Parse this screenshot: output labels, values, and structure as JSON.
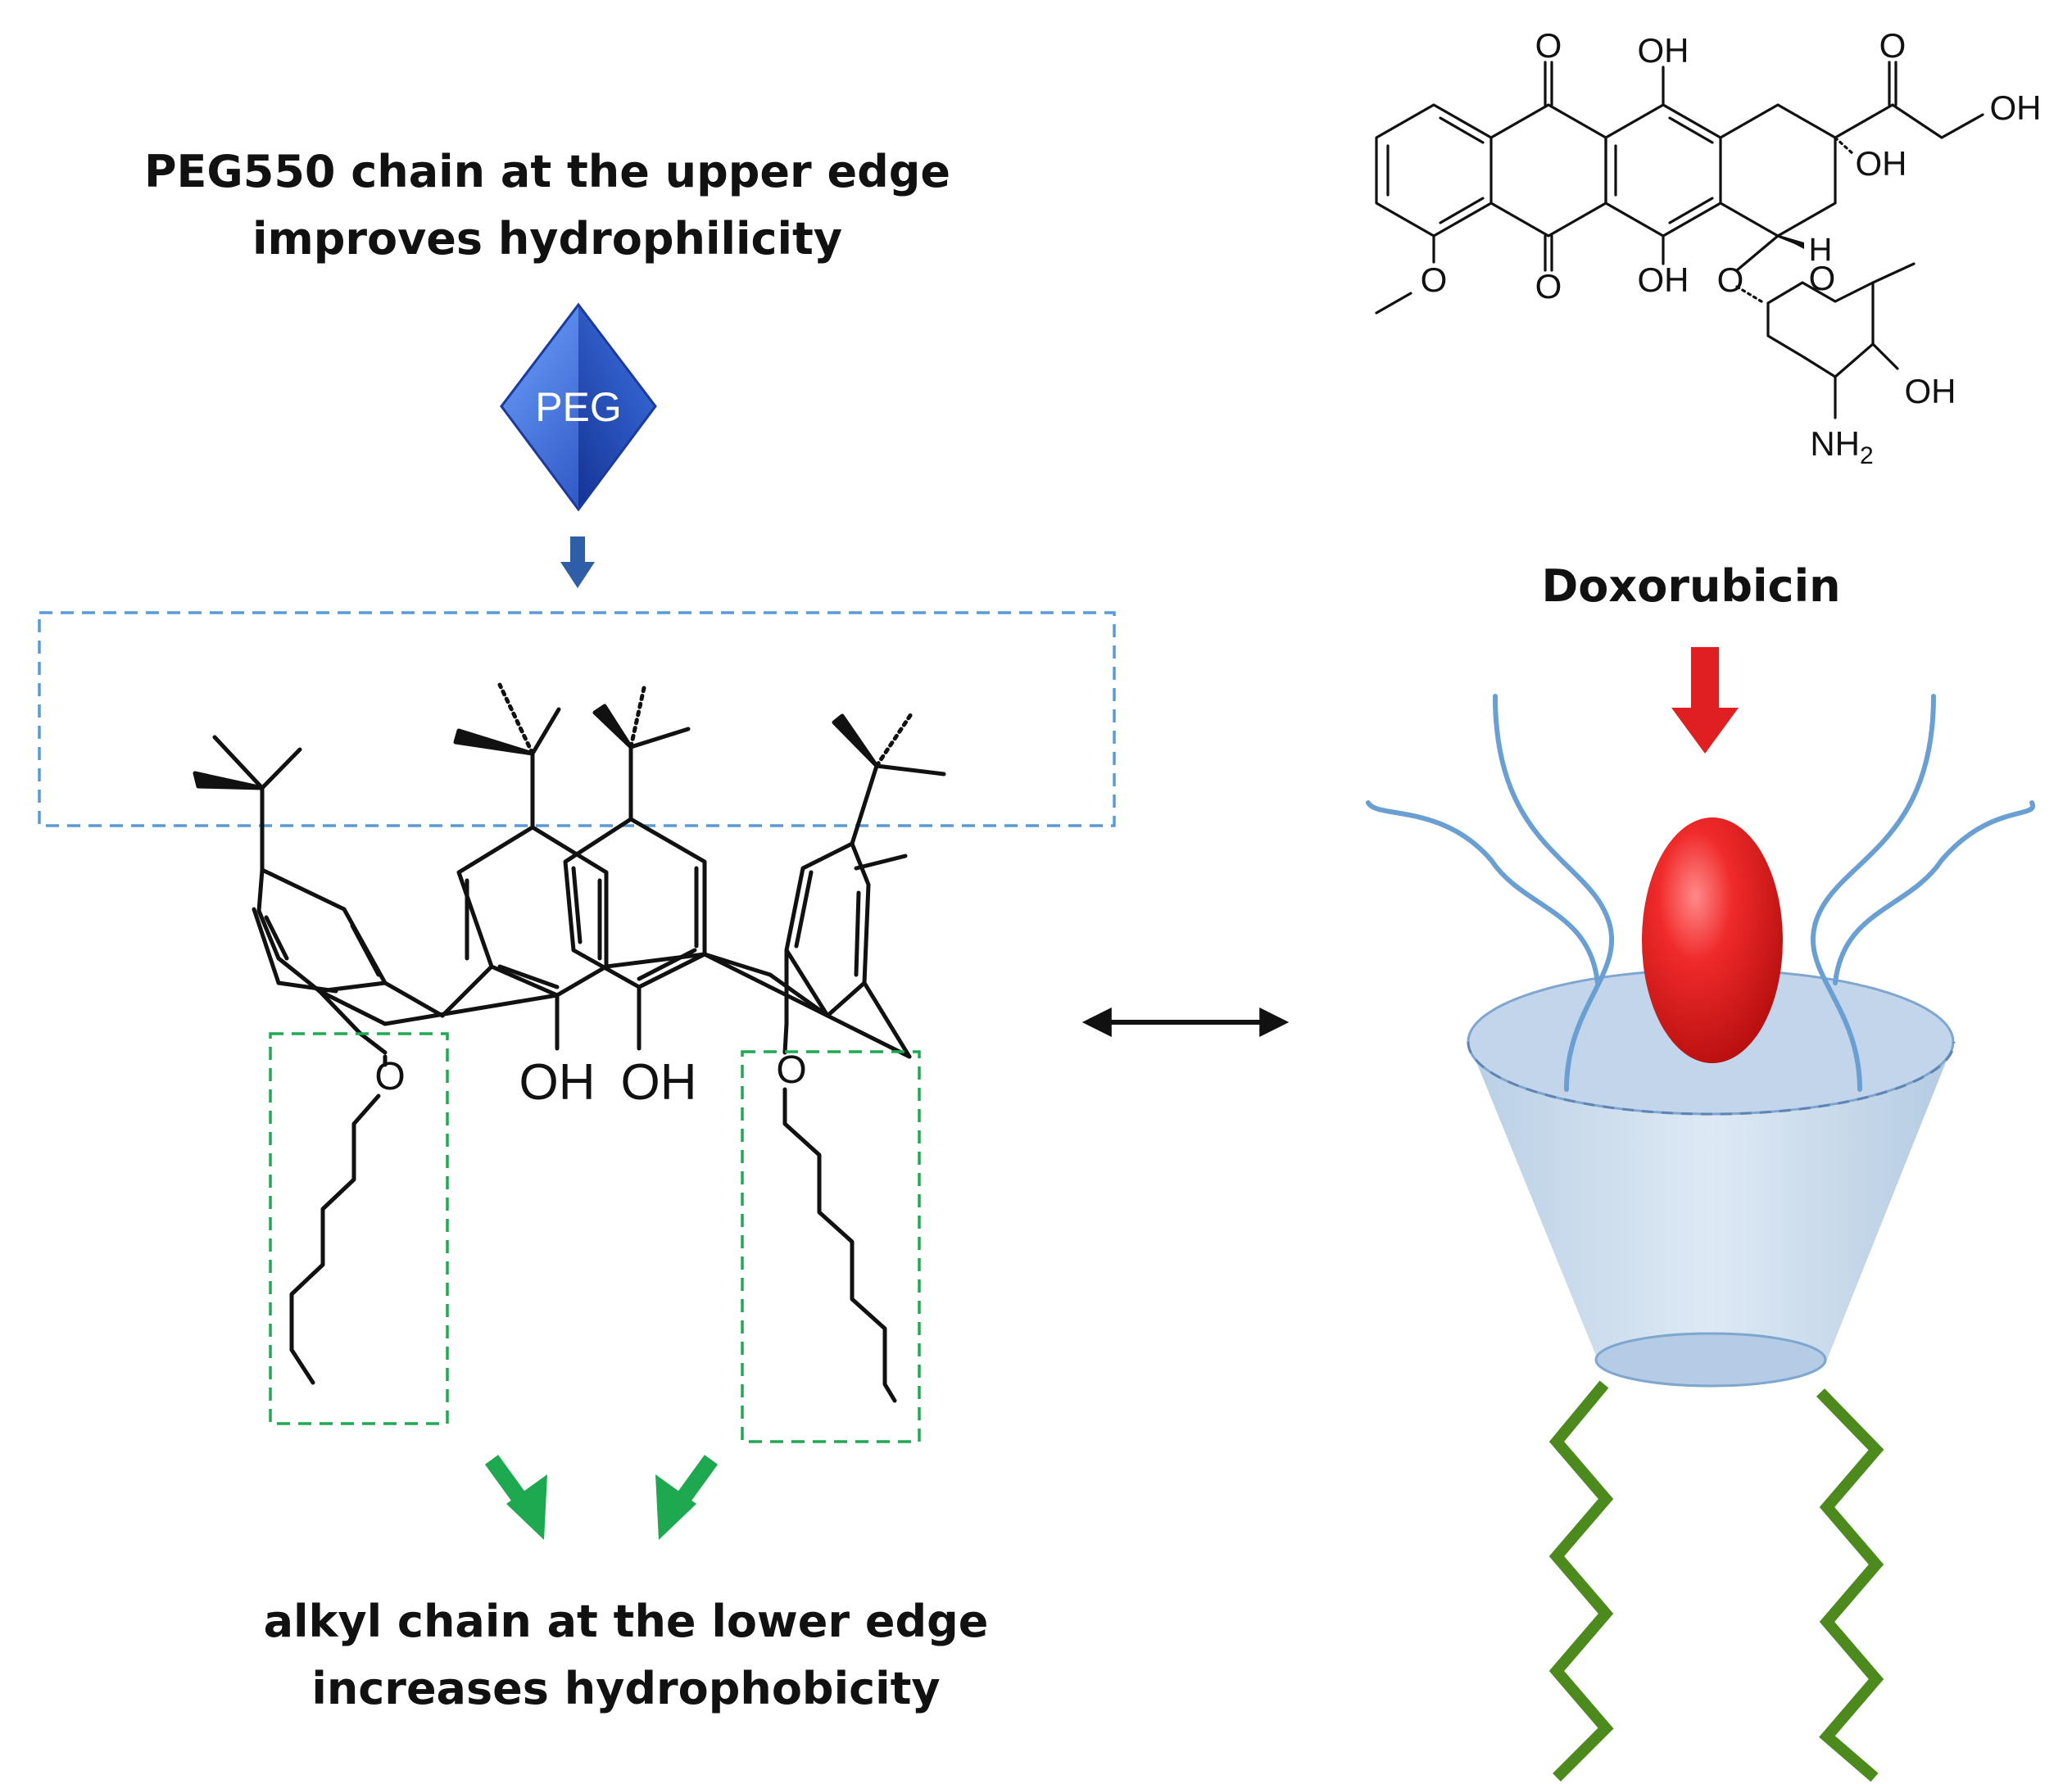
{
  "labels": {
    "upper_line1": "PEG550 chain at the upper edge",
    "upper_line2": "improves hydrophilicity",
    "peg": "PEG",
    "lower_line1": "alkyl chain at the lower edge",
    "lower_line2": "increases hydrophobicity",
    "drug_name": "Doxorubicin"
  },
  "calixarene": {
    "hydroxyl_left": "OH",
    "hydroxyl_right": "OH",
    "ether_oxygen": "O"
  },
  "doxorubicin": {
    "atoms": {
      "o_ketone_top": "O",
      "oh_top": "OH",
      "o_side_ketone": "O",
      "oh_side_chain": "OH",
      "oh_c9": "OH",
      "h_c7": "H",
      "o_ketone_bottom": "O",
      "oh_bottom": "OH",
      "o_methoxy": "O",
      "o_glycoside": "O",
      "o_ring": "O",
      "oh_sugar": "OH",
      "nh2": "NH2"
    }
  },
  "colors": {
    "peg_blue": "#2f63d6",
    "upper_box": "#5b9bd5",
    "lower_box": "#20a852",
    "green_arrow": "#1ea84f",
    "blue_arrow": "#2e5ea8",
    "red_arrow": "#e02020",
    "drug_red": "#e21a1a",
    "cone_fill": "#c9d9ea",
    "cone_rim": "#7ea6cf",
    "chain_blue": "#6a9fd4",
    "tail_green": "#4c8a1e"
  }
}
